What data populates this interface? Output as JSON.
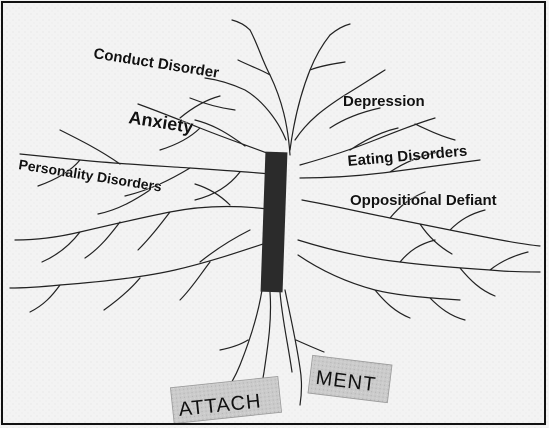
{
  "diagram": {
    "branches": [
      {
        "id": "conduct",
        "label": "Conduct Disorder"
      },
      {
        "id": "anxiety",
        "label": "Anxiety"
      },
      {
        "id": "personality",
        "label": "Personality Disorders"
      },
      {
        "id": "depression",
        "label": "Depression"
      },
      {
        "id": "eating",
        "label": "Eating Disorders"
      },
      {
        "id": "oppositional",
        "label": "Oppositional Defiant"
      }
    ],
    "roots": {
      "left": "ATTACH",
      "right": "MENT"
    },
    "colors": {
      "trunk": "#2b2b2b",
      "branch_line": "#222222",
      "root_box": "#c9c9c9",
      "background": "#f3f3f3"
    }
  }
}
